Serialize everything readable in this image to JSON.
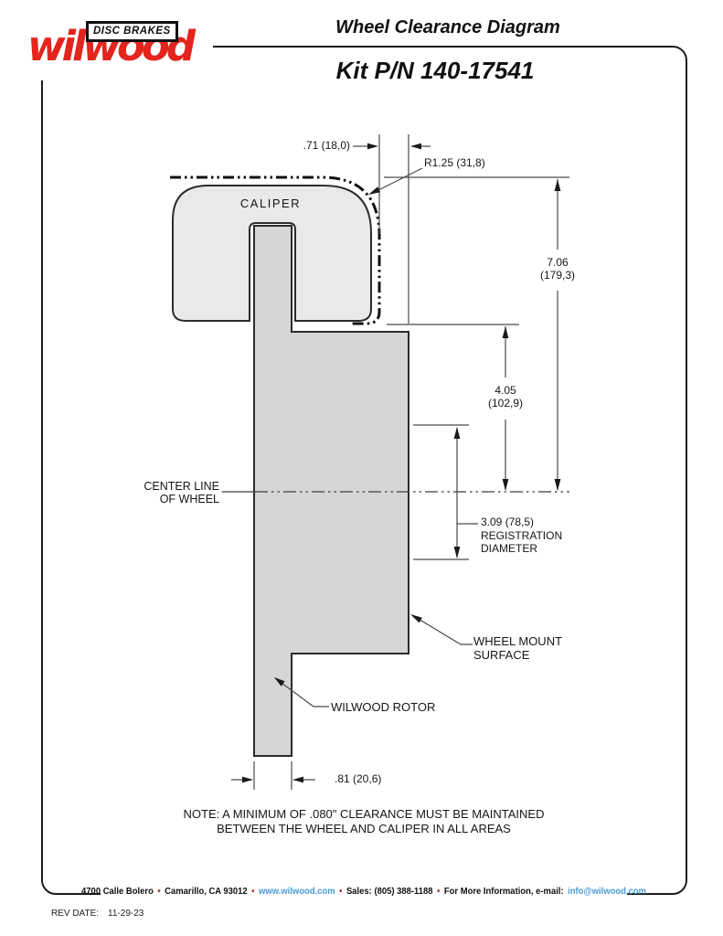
{
  "logo": {
    "brand": "wilwood",
    "tagline": "DISC BRAKES"
  },
  "header": {
    "title": "Wheel Clearance Diagram",
    "kit": "Kit P/N 140-17541"
  },
  "labels": {
    "caliper": "CALIPER",
    "centerline_1": "CENTER LINE",
    "centerline_2": "OF WHEEL",
    "wheel_mount_1": "WHEEL MOUNT",
    "wheel_mount_2": "SURFACE",
    "rotor": "WILWOOD ROTOR"
  },
  "dims": {
    "offset71": ".71 (18,0)",
    "r125": "R1.25 (31,8)",
    "h706_in": "7.06",
    "h706_mm": "(179,3)",
    "h405_in": "4.05",
    "h405_mm": "(102,9)",
    "reg_1": "3.09 (78,5)",
    "reg_2": "REGISTRATION",
    "reg_3": "DIAMETER",
    "rotor_w": ".81 (20,6)"
  },
  "note": {
    "line1": "NOTE: A MINIMUM OF .080\" CLEARANCE MUST BE MAINTAINED",
    "line2": "BETWEEN THE WHEEL AND CALIPER IN ALL AREAS"
  },
  "footer": {
    "address": "4700 Calle Bolero",
    "city": "Camarillo, CA 93012",
    "website": "www.wilwood.com",
    "sales": "Sales: (805) 388-1188",
    "info_label": "For More Information, e-mail:",
    "email": "info@wilwood.com",
    "bullet": "•",
    "rev_label": "REV DATE:",
    "rev_date": "11-29-23"
  },
  "colors": {
    "brand_red": "#e3251d",
    "link_blue": "#4a9bd4",
    "bullet_red": "#a23428",
    "caliper_fill": "#e9e9e9",
    "rotor_fill": "#d6d6d6",
    "outline": "#2c2c2c"
  }
}
